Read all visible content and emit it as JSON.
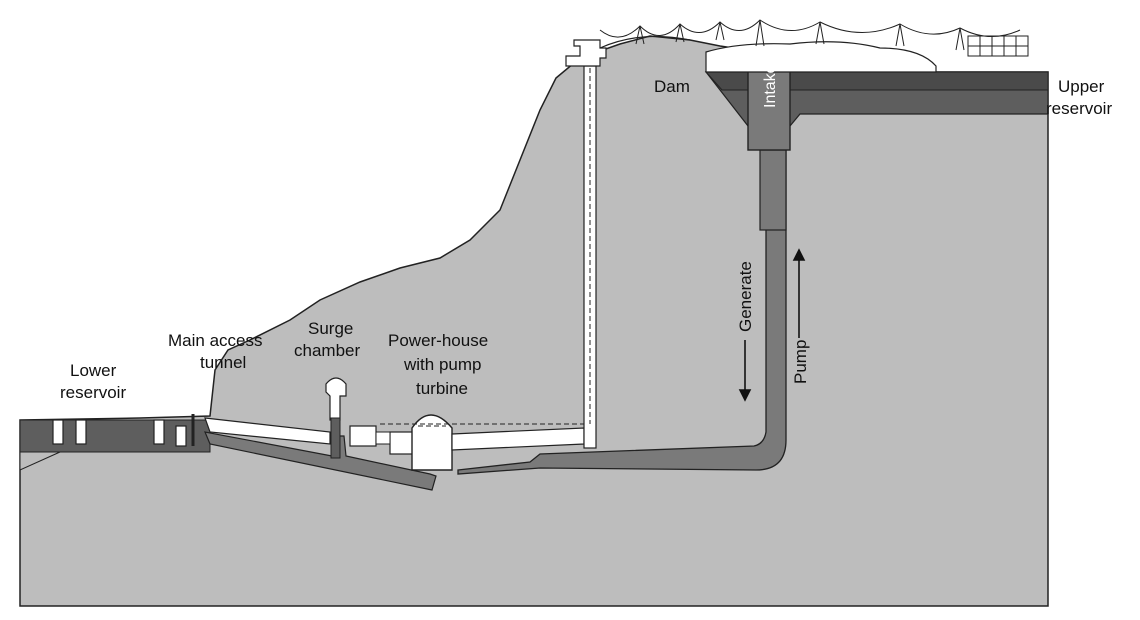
{
  "labels": {
    "upper_reservoir_1": "Upper",
    "upper_reservoir_2": "reservoir",
    "dam": "Dam",
    "intake": "Intake",
    "generate": "Generate",
    "pump": "Pump",
    "lower_reservoir_1": "Lower",
    "lower_reservoir_2": "reservoir",
    "main_access_tunnel_1": "Main access",
    "main_access_tunnel_2": "tunnel",
    "surge_chamber_1": "Surge",
    "surge_chamber_2": "chamber",
    "powerhouse_1": "Power-house",
    "powerhouse_2": "with pump",
    "powerhouse_3": "turbine"
  },
  "colors": {
    "ground": "#bdbdbd",
    "water": "#5e5e5e",
    "tunnel_dark": "#7a7a7a",
    "outline": "#222222",
    "void": "#ffffff"
  }
}
